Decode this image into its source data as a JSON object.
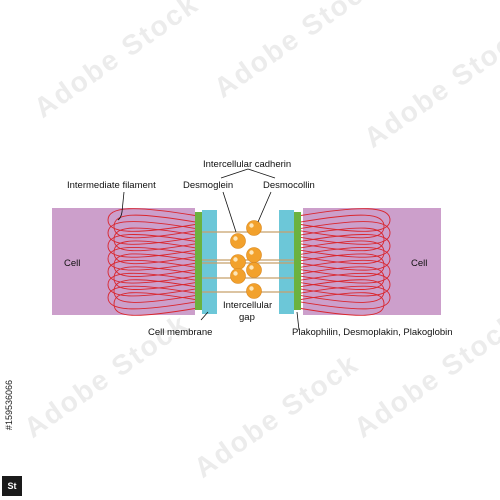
{
  "watermark": {
    "text": "Adobe Stock"
  },
  "stock_id": "#159536066",
  "labels": {
    "intercellular_cadherin": "Intercellular cadherin",
    "desmoglein": "Desmoglein",
    "desmocollin": "Desmocollin",
    "intermediate_filament": "Intermediate filament",
    "cell_left": "Cell",
    "cell_right": "Cell",
    "cell_membrane": "Cell membrane",
    "intercellular_gap_line1": "Intercellular",
    "intercellular_gap_line2": "gap",
    "plaque_proteins": "Plakophilin, Desmoplakin, Plakoglobin"
  },
  "colors": {
    "cell_fill": "#cc9fcb",
    "membrane": "#6cc7d8",
    "plaque": "#6bb23f",
    "filament": "#d9262e",
    "cadherin_ball": "#f2a12c",
    "ball_highlight": "#fde6b8",
    "linker": "#c8a06a"
  }
}
